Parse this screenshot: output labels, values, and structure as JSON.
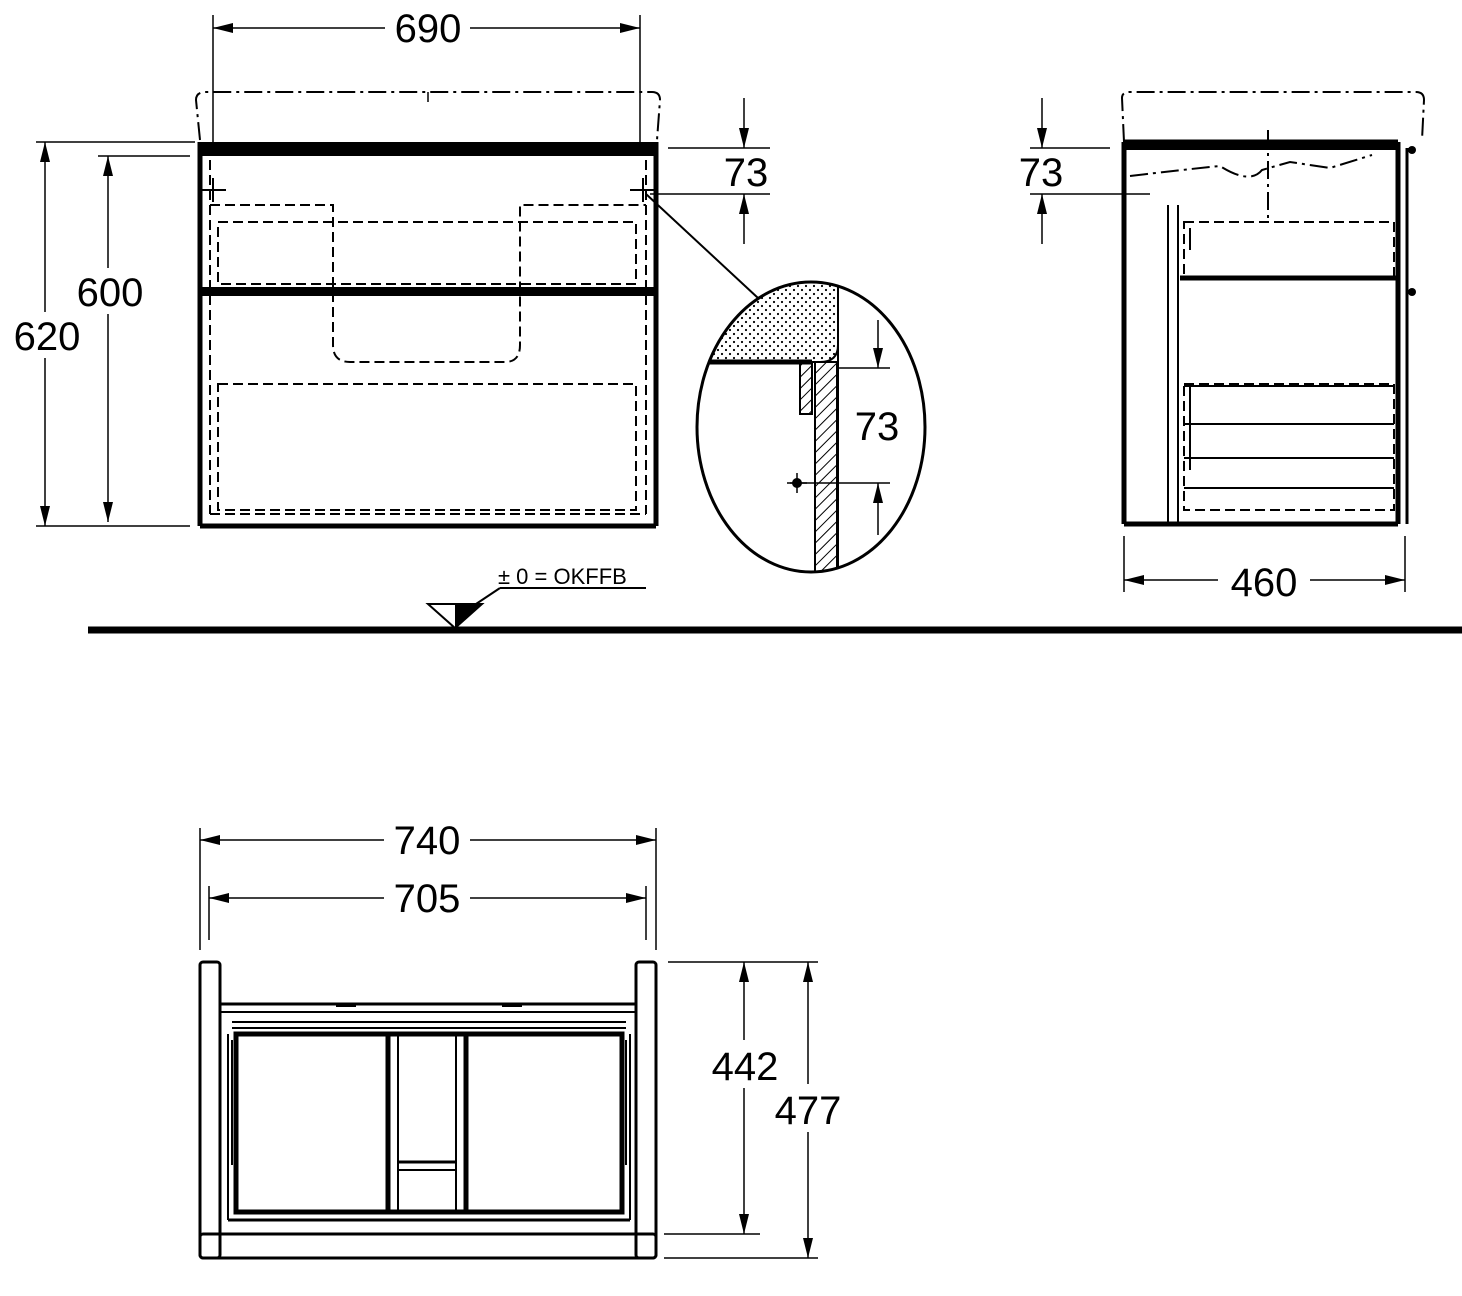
{
  "dimensions": {
    "front_width": "690",
    "front_height_outer": "620",
    "front_height_inner": "600",
    "front_inset_right": "73",
    "side_inset_left": "73",
    "detail_inset": "73",
    "side_depth": "460",
    "top_width_outer": "740",
    "top_width_inner": "705",
    "top_depth_inner": "442",
    "top_depth_outer": "477"
  },
  "floor_reference": "± 0 = OKFFB"
}
